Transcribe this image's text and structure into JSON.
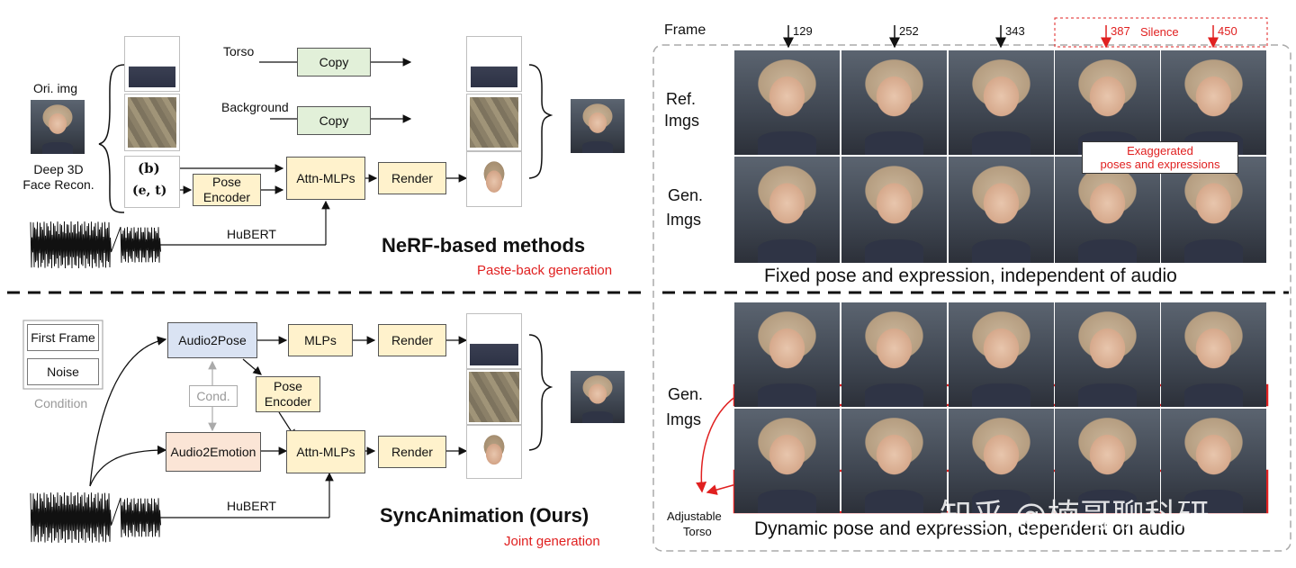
{
  "top": {
    "ori_img": "Ori. img",
    "deep3d_1": "Deep 3D",
    "deep3d_2": "Face Recon.",
    "torso": "Torso",
    "background": "Background",
    "copy": "Copy",
    "b_symbol": "(b)",
    "et_symbol": "(e, t)",
    "pose_encoder_1": "Pose",
    "pose_encoder_2": "Encoder",
    "attn_mlps": "Attn-MLPs",
    "render": "Render",
    "hubert": "HuBERT",
    "title": "NeRF-based methods",
    "subtitle": "Paste-back generation"
  },
  "bottom": {
    "first_frame": "First Frame",
    "noise": "Noise",
    "condition": "Condition",
    "audio2pose": "Audio2Pose",
    "audio2emotion": "Audio2Emotion",
    "cond": "Cond.",
    "mlps": "MLPs",
    "render": "Render",
    "pose_encoder_1": "Pose",
    "pose_encoder_2": "Encoder",
    "attn_mlps": "Attn-MLPs",
    "hubert": "HuBERT",
    "title": "SyncAnimation (Ours)",
    "subtitle": "Joint generation"
  },
  "right": {
    "frame_label": "Frame",
    "frames": [
      "129",
      "252",
      "343",
      "387",
      "450"
    ],
    "silence": "Silence",
    "ref_1": "Ref.",
    "ref_2": "Imgs",
    "gen_1": "Gen.",
    "gen_2": "Imgs",
    "exaggerated_1": "Exaggerated",
    "exaggerated_2": "poses and expressions",
    "caption_top": "Fixed pose and expression, independent of audio",
    "gen_b_1": "Gen.",
    "gen_b_2": "Imgs",
    "adjustable_1": "Adjustable",
    "adjustable_2": "Torso",
    "caption_bottom": "Dynamic pose and expression, dependent on audio",
    "watermark": "知乎 @楠哥聊科研"
  },
  "colors": {
    "copy_fill": "#e2f0d9",
    "block_fill": "#fff2cc",
    "audio2pose_fill": "#dae3f3",
    "audio2emotion_fill": "#fbe5d6",
    "accent_red": "#e02020"
  }
}
